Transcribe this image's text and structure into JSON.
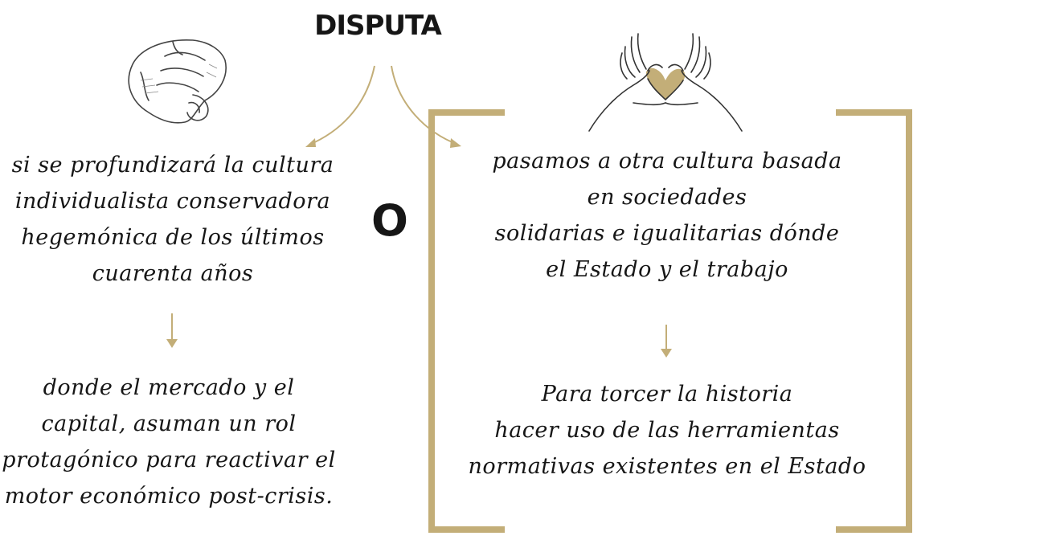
{
  "title": "DISPUTA",
  "connector": "O",
  "left": {
    "top_lines": [
      "si se profundizará la cultura",
      "individualista conservadora",
      "hegemónica de los últimos",
      "cuarenta años"
    ],
    "bottom_lines": [
      "donde el mercado y el",
      "capital, asuman un rol",
      "protagónico para reactivar el",
      "motor económico post-crisis."
    ]
  },
  "right": {
    "top_lines": [
      "pasamos a otra cultura basada",
      "en sociedades",
      "solidarias e igualitarias dónde",
      "el Estado y el trabajo"
    ],
    "bottom_lines": [
      "Para torcer la historia",
      "hacer uso de las herramientas",
      "normativas existentes en el Estado"
    ]
  },
  "colors": {
    "accent": "#c3ae78",
    "text": "#161616"
  },
  "icons": {
    "left": "pointing-hand-icon",
    "right": "heart-hands-icon"
  }
}
